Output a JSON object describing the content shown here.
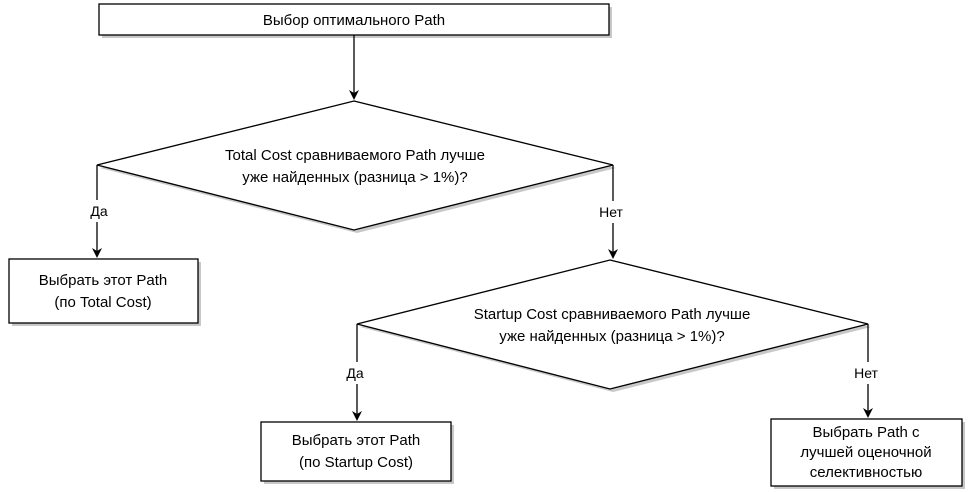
{
  "diagram": {
    "start_box": {
      "lines": [
        "Выбор оптимального Path"
      ]
    },
    "decision_total": {
      "lines": [
        "Total Cost сравниваемого Path лучше",
        "уже найденных (разница > 1%)?"
      ]
    },
    "choose_total_box": {
      "lines": [
        "Выбрать этот Path",
        "(по Total Cost)"
      ]
    },
    "decision_startup": {
      "lines": [
        "Startup Cost сравниваемого Path лучше",
        "уже найденных (разница > 1%)?"
      ]
    },
    "choose_startup_box": {
      "lines": [
        "Выбрать этот Path",
        "(по Startup Cost)"
      ]
    },
    "choose_selectivity_box": {
      "lines": [
        "Выбрать Path с",
        "лучшей оценочной",
        "селективностью"
      ]
    },
    "edge_labels": {
      "total_yes": "Да",
      "total_no": "Нет",
      "startup_yes": "Да",
      "startup_no": "Нет"
    },
    "colors": {
      "stroke": "#000000",
      "fill": "#ffffff",
      "shadow": "#bdbdbd"
    }
  }
}
